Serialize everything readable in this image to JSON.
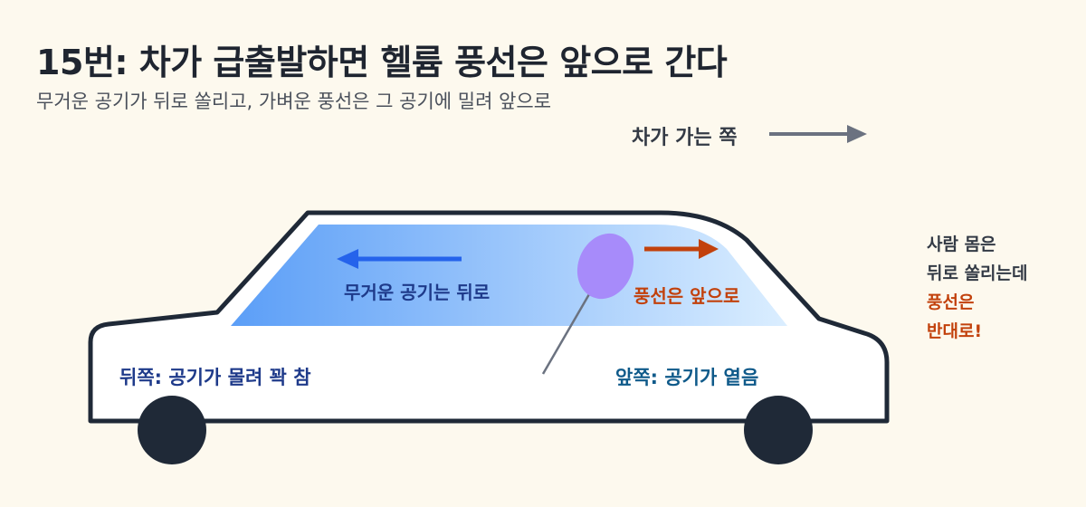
{
  "header": {
    "title": "15번: 차가 급출발하면 헬륨 풍선은 앞으로 간다",
    "subtitle": "무거운 공기가 뒤로 쏠리고, 가벼운 풍선은 그 공기에 밀려 앞으로"
  },
  "direction": {
    "label": "차가 가는 쪽"
  },
  "car": {
    "air_label": "무거운 공기는 뒤로",
    "balloon_label": "풍선은 앞으로",
    "rear_label": "뒤쪽: 공기가 몰려 꽉 참",
    "front_label": "앞쪽: 공기가 옅음"
  },
  "side_note": {
    "line1": "사람 몸은",
    "line2": "뒤로 쏠리는데",
    "line3": "풍선은",
    "line4": "반대로!"
  },
  "colors": {
    "background": "#fdf9ee",
    "car_outline": "#1f2937",
    "window_dark": "#5b9ef7",
    "window_light": "#dbeeff",
    "air_arrow": "#2563eb",
    "balloon": "#a78bfa",
    "balloon_arrow": "#c2410c",
    "direction_arrow": "#6b7280",
    "rear_text": "#1e3a8a",
    "front_text": "#0f5a8a"
  },
  "icons": {
    "direction": "right-arrow-icon",
    "air": "left-arrow-icon",
    "balloon_push": "right-arrow-icon"
  }
}
